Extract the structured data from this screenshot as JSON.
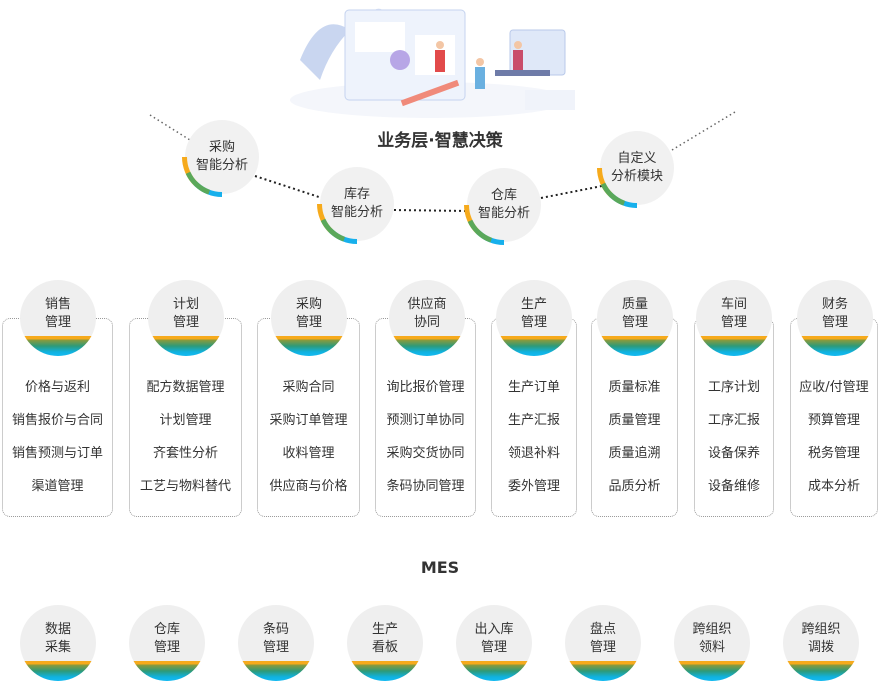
{
  "business": {
    "title": "业务层·智慧决策",
    "nodes": [
      {
        "line1": "采购",
        "line2": "智能分析"
      },
      {
        "line1": "库存",
        "line2": "智能分析"
      },
      {
        "line1": "仓库",
        "line2": "智能分析"
      },
      {
        "line1": "自定义",
        "line2": "分析模块"
      }
    ]
  },
  "modules": [
    {
      "line1": "销售",
      "line2": "管理",
      "items": [
        "价格与返利",
        "销售报价与合同",
        "销售预测与订单",
        "渠道管理"
      ]
    },
    {
      "line1": "计划",
      "line2": "管理",
      "items": [
        "配方数据管理",
        "计划管理",
        "齐套性分析",
        "工艺与物料替代"
      ]
    },
    {
      "line1": "采购",
      "line2": "管理",
      "items": [
        "采购合同",
        "采购订单管理",
        "收料管理",
        "供应商与价格"
      ]
    },
    {
      "line1": "供应商",
      "line2": "协同",
      "items": [
        "询比报价管理",
        "预测订单协同",
        "采购交货协同",
        "条码协同管理"
      ]
    },
    {
      "line1": "生产",
      "line2": "管理",
      "items": [
        "生产订单",
        "生产汇报",
        "领退补料",
        "委外管理"
      ]
    },
    {
      "line1": "质量",
      "line2": "管理",
      "items": [
        "质量标准",
        "质量管理",
        "质量追溯",
        "品质分析"
      ]
    },
    {
      "line1": "车间",
      "line2": "管理",
      "items": [
        "工序计划",
        "工序汇报",
        "设备保养",
        "设备维修"
      ]
    },
    {
      "line1": "财务",
      "line2": "管理",
      "items": [
        "应收/付管理",
        "预算管理",
        "税务管理",
        "成本分析"
      ]
    }
  ],
  "mes": {
    "title": "MES",
    "nodes": [
      {
        "line1": "数据",
        "line2": "采集"
      },
      {
        "line1": "仓库",
        "line2": "管理"
      },
      {
        "line1": "条码",
        "line2": "管理"
      },
      {
        "line1": "生产",
        "line2": "看板"
      },
      {
        "line1": "出入库",
        "line2": "管理"
      },
      {
        "line1": "盘点",
        "line2": "管理"
      },
      {
        "line1": "跨组织",
        "line2": "领料"
      },
      {
        "line1": "跨组织",
        "line2": "调拨"
      }
    ]
  }
}
